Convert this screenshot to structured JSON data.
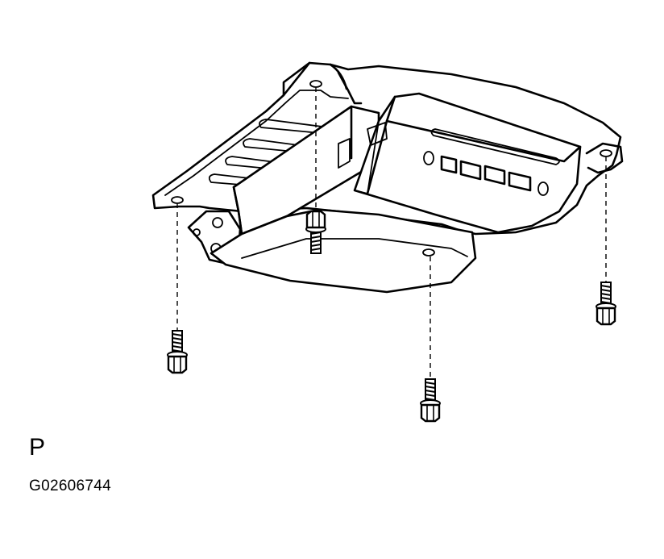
{
  "diagram": {
    "view_label": "P",
    "figure_id": "G02606744",
    "colors": {
      "line": "#000000",
      "background": "#ffffff"
    },
    "parts": [
      {
        "name": "mounting-bracket"
      },
      {
        "name": "radio-unit"
      },
      {
        "name": "bolt",
        "count": 4
      }
    ]
  }
}
